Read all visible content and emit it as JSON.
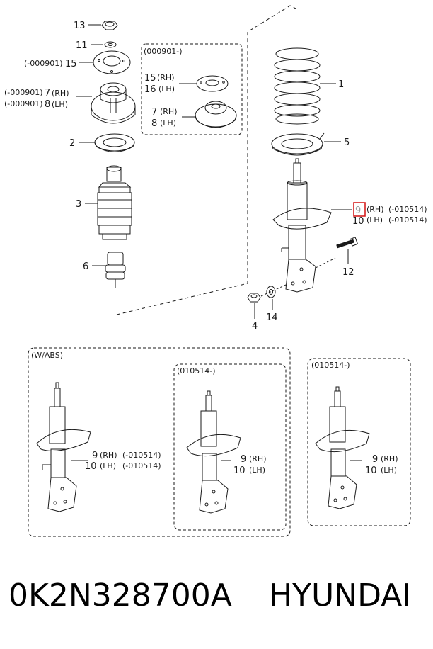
{
  "callouts": {
    "c13": "13",
    "c11": "11",
    "c15": "15",
    "c15_prefix": "(-000901)",
    "c7": "7",
    "c7_prefix": "(-000901)",
    "c7_suffix": "(RH)",
    "c8": "8",
    "c8_prefix": "(-000901)",
    "c8_suffix": "(LH)",
    "c2": "2",
    "c3": "3",
    "c6": "6",
    "c1": "1",
    "c5": "5",
    "c9": "9",
    "c9_suffix": "(RH)",
    "c9_date": "(-010514)",
    "c10": "10",
    "c10_suffix": "(LH)",
    "c10_date": "(-010514)",
    "c12": "12",
    "c4": "4",
    "c14": "14"
  },
  "inset_000901": {
    "title": "(000901-)",
    "c15": "15",
    "c15_suffix": "(RH)",
    "c16": "16",
    "c16_suffix": "(LH)",
    "c7": "7",
    "c7_suffix": "(RH)",
    "c8": "8",
    "c8_suffix": "(LH)"
  },
  "inset_wabs": {
    "title": "(W/ABS)",
    "c9": "9",
    "c9_suffix": "(RH)",
    "c9_date": "(-010514)",
    "c10": "10",
    "c10_suffix": "(LH)",
    "c10_date": "(-010514)"
  },
  "inset_010514_a": {
    "title": "(010514-)",
    "c9": "9",
    "c9_suffix": "(RH)",
    "c10": "10",
    "c10_suffix": "(LH)"
  },
  "inset_010514_b": {
    "title": "(010514-)",
    "c9": "9",
    "c9_suffix": "(RH)",
    "c10": "10",
    "c10_suffix": "(LH)"
  },
  "footer": {
    "part_number": "0K2N328700A",
    "brand": "HYUNDAI"
  },
  "colors": {
    "highlight_box": "#d62020",
    "line": "#1a1a1a"
  }
}
